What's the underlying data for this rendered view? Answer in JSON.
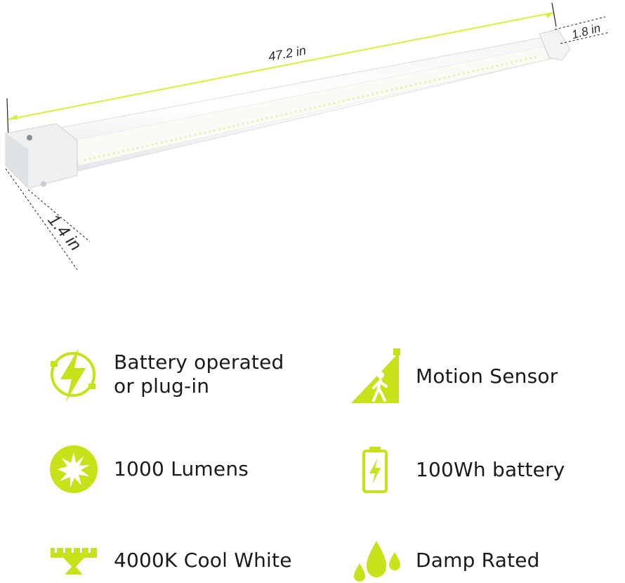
{
  "dimensions": {
    "length": "47.2 in",
    "height": "1.8 in",
    "depth": "1.4 in"
  },
  "features": [
    {
      "id": "power",
      "label": "Battery operated\nor plug-in",
      "icon": "lightning-plug-icon"
    },
    {
      "id": "motion",
      "label": "Motion Sensor",
      "icon": "motion-sensor-icon"
    },
    {
      "id": "lumens",
      "label": "1000 Lumens",
      "icon": "sun-burst-icon"
    },
    {
      "id": "battery",
      "label": "100Wh battery",
      "icon": "battery-charging-icon"
    },
    {
      "id": "color",
      "label": "4000K Cool White",
      "icon": "color-temperature-icon"
    },
    {
      "id": "damp",
      "label": "Damp Rated",
      "icon": "water-drops-icon"
    }
  ],
  "colors": {
    "accent": "#c8e21a",
    "dimension_line": "#d9ee3a",
    "text": "#1a1a1a"
  }
}
